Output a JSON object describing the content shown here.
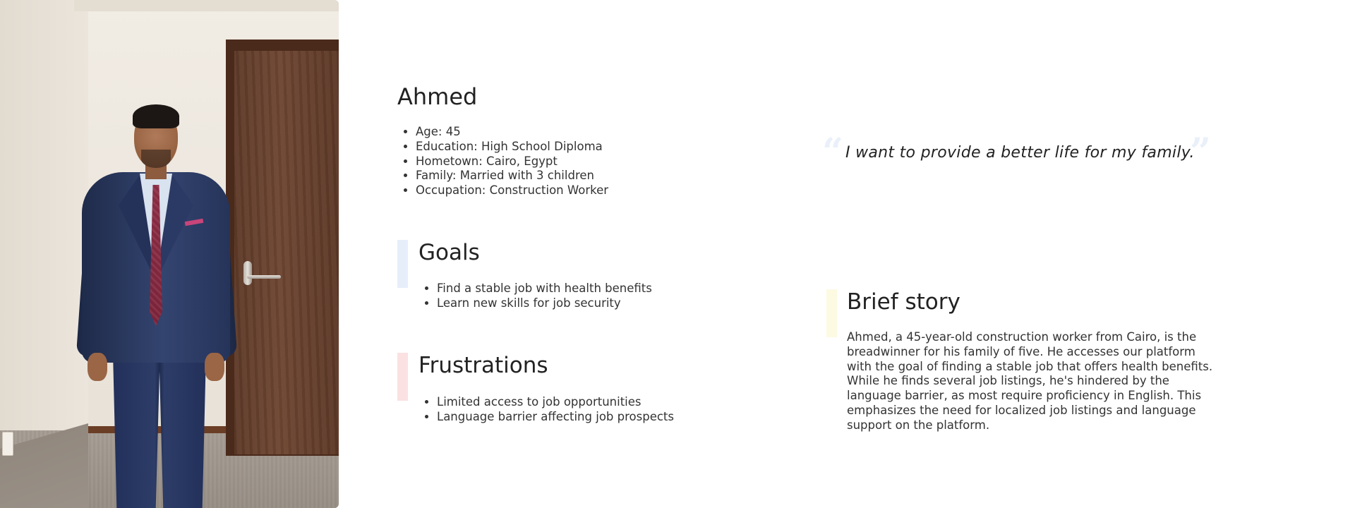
{
  "persona": {
    "name": "Ahmed",
    "details": [
      "Age: 45",
      "Education: High School Diploma",
      "Hometown: Cairo, Egypt",
      "Family: Married with 3 children",
      "Occupation: Construction Worker"
    ]
  },
  "quote": {
    "open_mark": "“",
    "text": "I want to provide a better life for my family.",
    "close_mark": "”"
  },
  "goals": {
    "title": "Goals",
    "accent": "#e6eefa",
    "items": [
      "Find a stable job with health benefits",
      "Learn new skills for job security"
    ]
  },
  "frustrations": {
    "title": "Frustrations",
    "accent": "#fbe1e1",
    "items": [
      "Limited access to job opportunities",
      "Language barrier affecting job prospects"
    ]
  },
  "story": {
    "title": "Brief story",
    "accent": "#fdfae2",
    "text": "Ahmed, a 45-year-old construction worker from Cairo, is the breadwinner for his family of five. He accesses our platform with the goal of finding a stable job that offers health benefits. While he finds several job listings, he's hindered by the language barrier, as most require proficiency in English. This emphasizes the need for localized job listings and language support on the platform."
  },
  "photo": {
    "icon": "persona-photo"
  }
}
